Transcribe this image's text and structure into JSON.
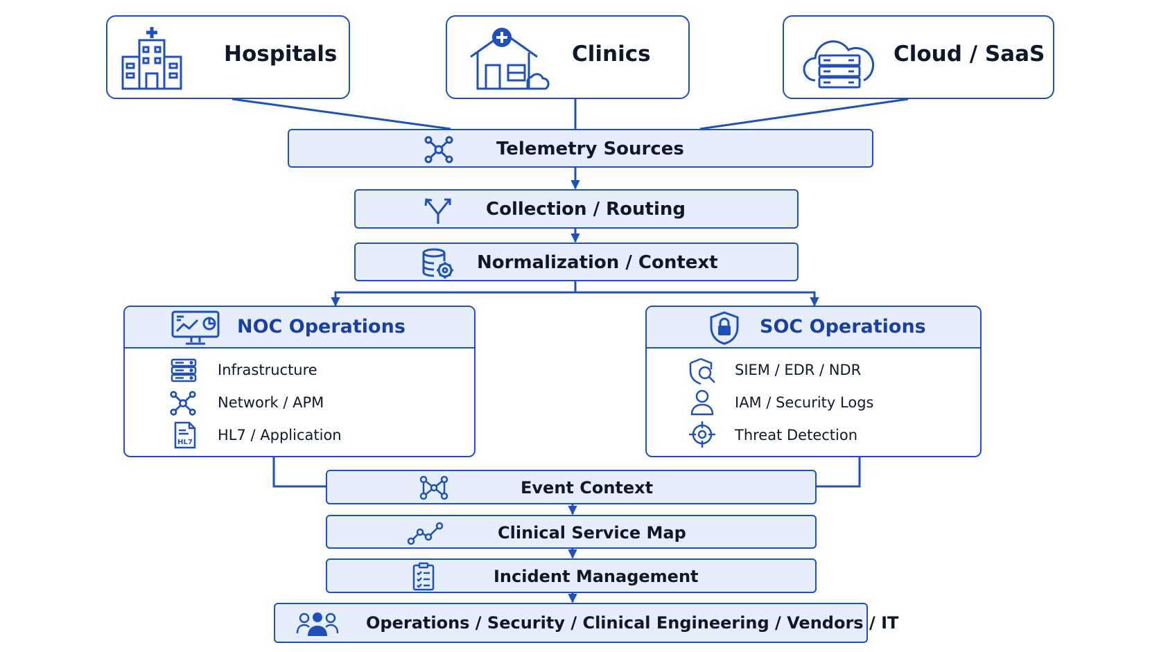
{
  "sources": [
    {
      "id": "hospitals",
      "label": "Hospitals",
      "icon": "hospital-icon"
    },
    {
      "id": "clinics",
      "label": "Clinics",
      "icon": "clinic-icon"
    },
    {
      "id": "cloud",
      "label": "Cloud / SaaS",
      "icon": "cloud-server-icon"
    }
  ],
  "pipeline": {
    "telemetry": {
      "label": "Telemetry Sources",
      "icon": "network-nodes-icon"
    },
    "collection": {
      "label": "Collection / Routing",
      "icon": "fork-arrows-icon"
    },
    "normalization": {
      "label": "Normalization / Context",
      "icon": "database-gear-icon"
    }
  },
  "noc": {
    "title": "NOC Operations",
    "icon": "monitor-dashboard-icon",
    "items": [
      {
        "label": "Infrastructure",
        "icon": "server-rack-icon"
      },
      {
        "label": "Network / APM",
        "icon": "network-nodes-icon"
      },
      {
        "label": "HL7 / Application",
        "icon": "hl7-document-icon"
      }
    ]
  },
  "soc": {
    "title": "SOC Operations",
    "icon": "shield-lock-icon",
    "items": [
      {
        "label": "SIEM / EDR / NDR",
        "icon": "shield-search-icon"
      },
      {
        "label": "IAM / Security Logs",
        "icon": "user-icon"
      },
      {
        "label": "Threat Detection",
        "icon": "crosshair-icon"
      }
    ]
  },
  "downstream": {
    "event_context": {
      "label": "Event Context",
      "icon": "connected-nodes-icon"
    },
    "service_map": {
      "label": "Clinical Service Map",
      "icon": "trend-graph-icon"
    },
    "incident": {
      "label": "Incident Management",
      "icon": "clipboard-checklist-icon"
    },
    "teams": {
      "label": "Operations / Security / Clinical Engineering / Vendors / IT",
      "icon": "team-icon"
    }
  },
  "colors": {
    "accent": "#1f4fb8",
    "fill": "#e6eefb",
    "heading": "#1a3fa0",
    "text": "#0f172a"
  }
}
